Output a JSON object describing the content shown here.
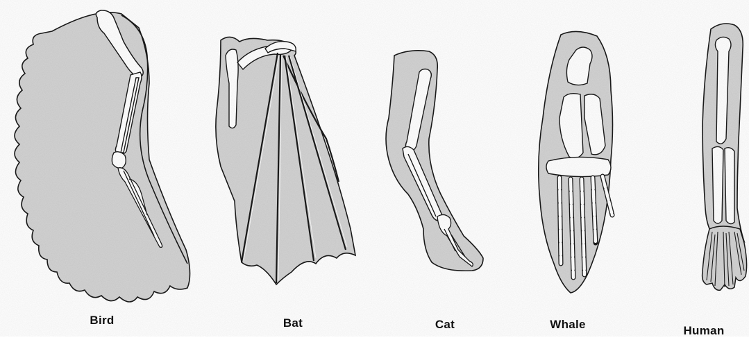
{
  "limbs": [
    {
      "id": "bird",
      "label": "Bird"
    },
    {
      "id": "bat",
      "label": "Bat"
    },
    {
      "id": "cat",
      "label": "Cat"
    },
    {
      "id": "whale",
      "label": "Whale"
    },
    {
      "id": "human",
      "label": "Human"
    }
  ],
  "colors": {
    "membrane_fill": "#d3d3d3",
    "bone_fill": "#ffffff",
    "outline": "#1a1a1a",
    "label": "#111111"
  }
}
